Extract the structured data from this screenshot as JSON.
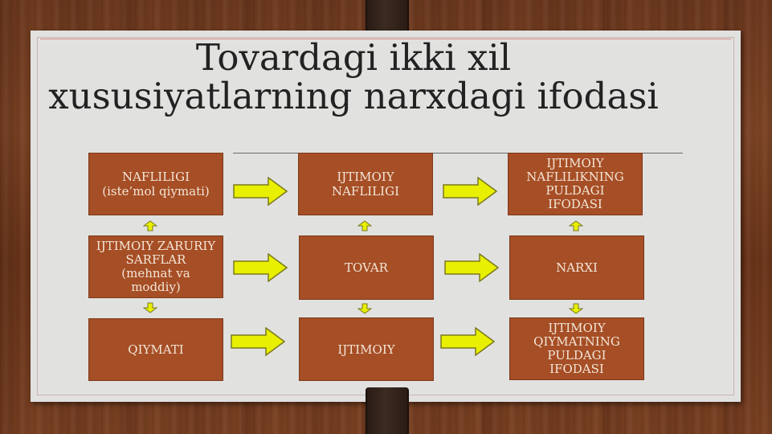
{
  "slide": {
    "title": "Tovardagi ikki xil xususiyatlarning narxdagi ifodasi"
  },
  "diagram": {
    "boxes": {
      "nafliligi": "NAFLILIGI\n(iste’mol qiymati)",
      "ijtimoiy_nafliligi": "IJTIMOIY\nNAFLILIGI",
      "ijtimoiy_naflilikning": "IJTIMOIY\nNAFLILIKNING\nPULDAGI\nIFODASI",
      "zaruriy_sarflar": "IJTIMOIY ZARURIY\nSARFLAR\n(mehnat va\nmoddiy)",
      "tovar": "TOVAR",
      "narxi": "NARXI",
      "qiymati": "QIYMATI",
      "ijtimoiy": "IJTIMOIY",
      "ijtimoiy_qiymatning": "IJTIMOIY\nQIYMATNING\nPULDAGI\nIFODASI"
    }
  },
  "colors": {
    "box_fill": "#a64e25",
    "box_text": "#f3e6d8",
    "arrow_fill": "#e8ef00",
    "arrow_stroke": "#7a7a20",
    "paper": "#e1e1e0",
    "title_text": "#222222"
  }
}
